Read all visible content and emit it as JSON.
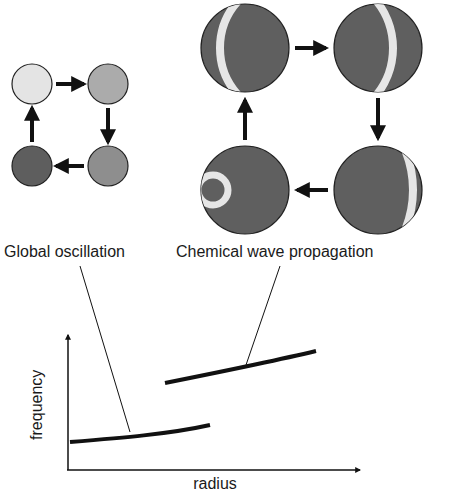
{
  "diagram": {
    "labels": [
      "Global oscillation",
      "Chemical wave propagation",
      "frequency",
      "radius"
    ]
  }
}
